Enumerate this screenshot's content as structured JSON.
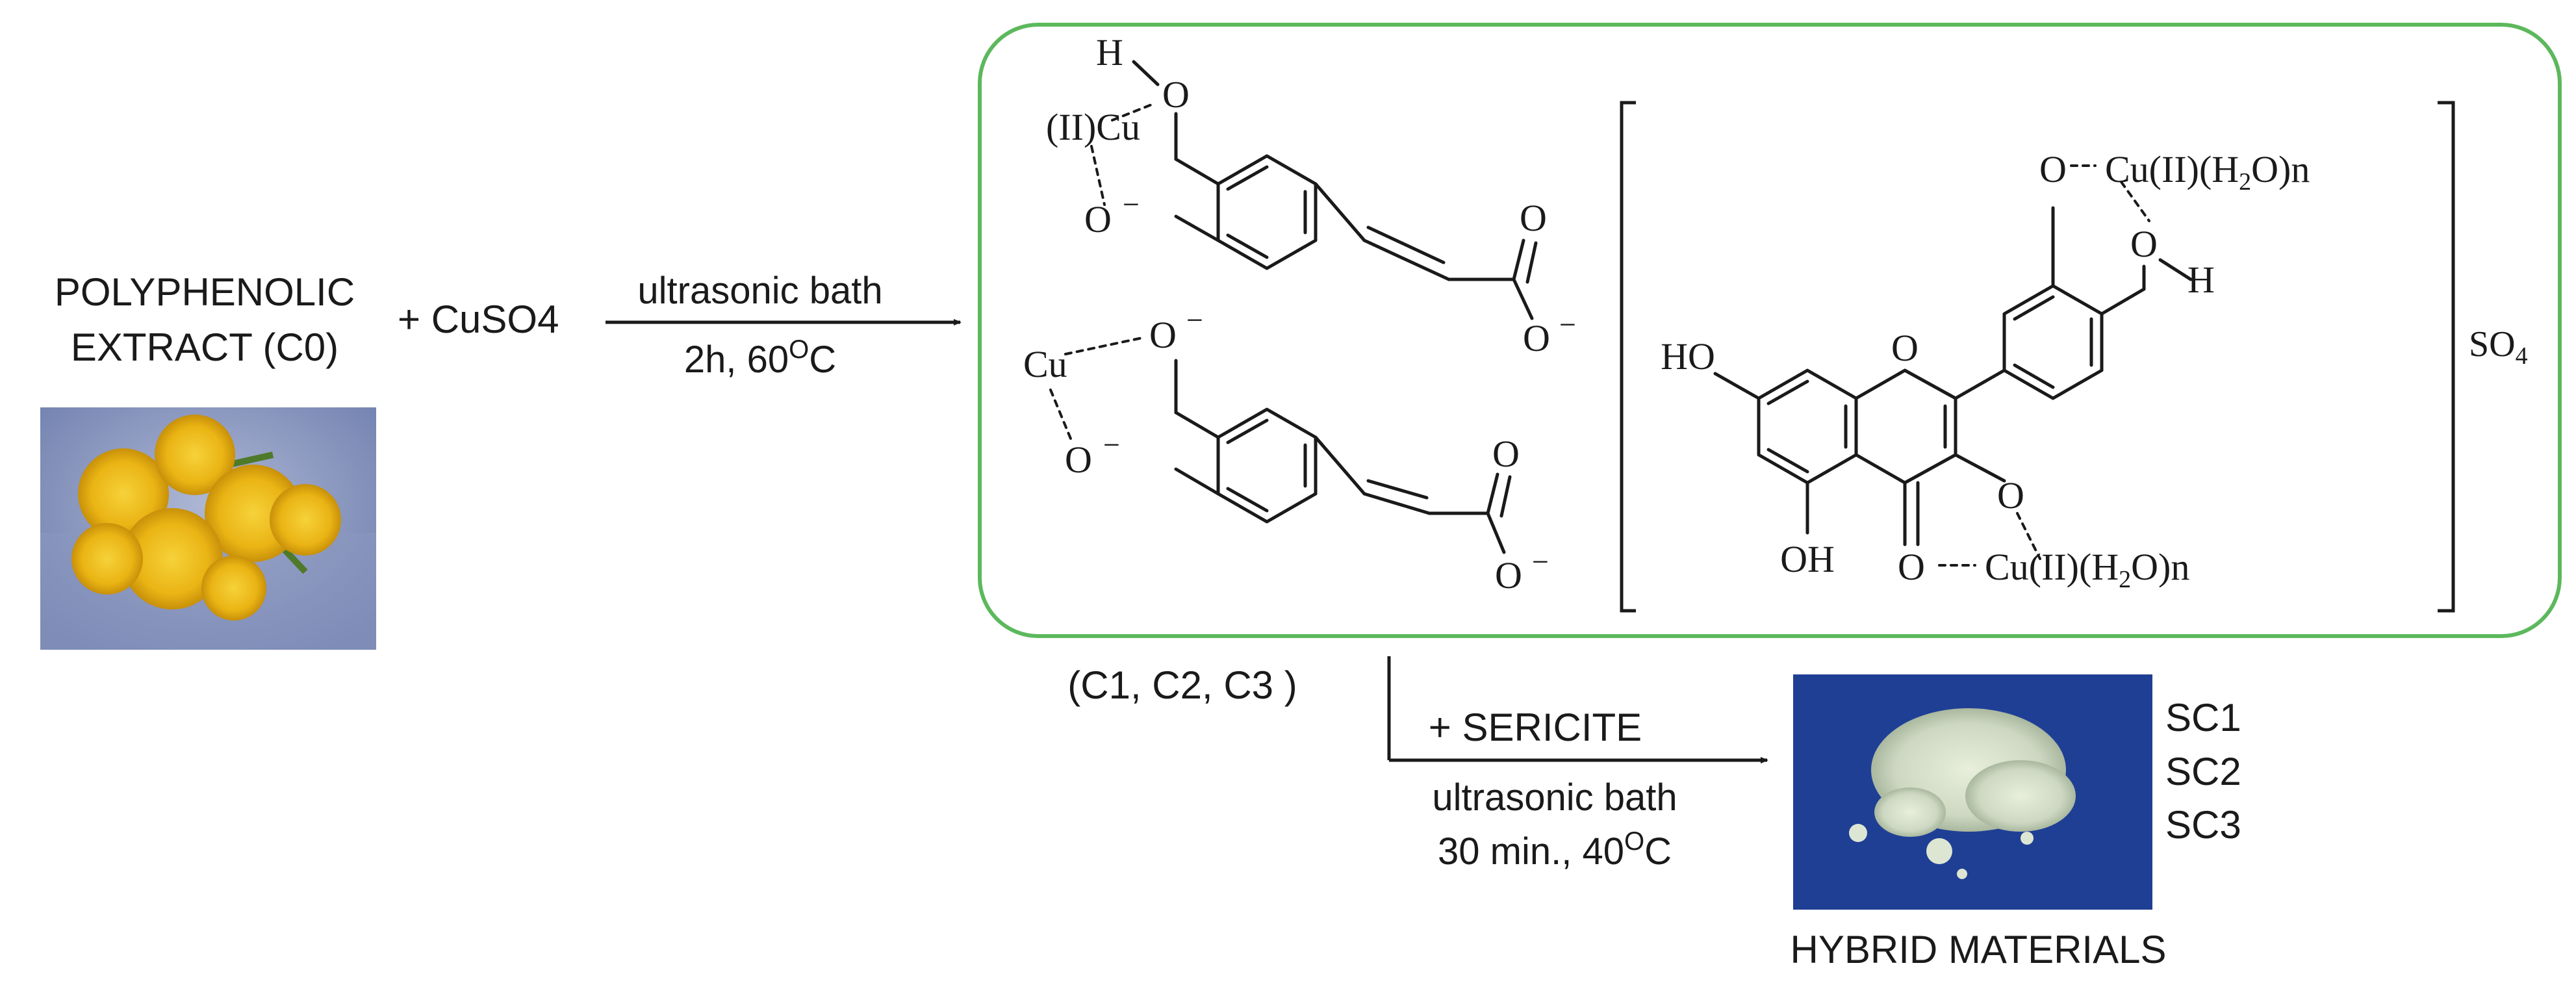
{
  "reactant": {
    "line1": "POLYPHENOLIC",
    "line2": "EXTRACT (C0)",
    "plus_reagent": "+ CuSO4"
  },
  "step1": {
    "condition_top": "ultrasonic bath",
    "condition_bottom_main": "2h, 60",
    "condition_bottom_sup": "O",
    "condition_bottom_end": "C"
  },
  "complexes": {
    "top": {
      "H": "H",
      "O_hydroxyl": "O",
      "Cu": "(II)Cu",
      "O_phenolate": "O",
      "O_carbonyl": "O",
      "O_carboxylate": "O"
    },
    "bottom": {
      "Cu": "Cu",
      "O_upper": "O",
      "O_lower": "O",
      "O_carbonyl": "O",
      "O_carboxylate": "O"
    },
    "flavonoid": {
      "HO_left": "HO",
      "O_ring": "O",
      "OH_bottom": "OH",
      "O_keto": "O",
      "Cu_bottom": "Cu(II)(H",
      "sub2_a": "2",
      "Cu_bottom_end": "O)n",
      "O_3": "O",
      "O_catechol": "O",
      "Cu_top": "Cu(II)(H",
      "sub2_b": "2",
      "Cu_top_end": "O)n",
      "O_hydroxy": "O",
      "H_hydroxy": "H"
    },
    "counter_ion": "SO",
    "counter_ion_sub": "4",
    "charge": "−"
  },
  "products_label": "(C1, C2, C3 )",
  "step2": {
    "reagent": "+ SERICITE",
    "condition_top": "ultrasonic bath",
    "condition_bottom_main": "30 min., 40",
    "condition_bottom_sup": "O",
    "condition_bottom_end": "C"
  },
  "samples": [
    "SC1",
    "SC2",
    "SC3"
  ],
  "final_label": "HYBRID MATERIALS",
  "colors": {
    "frame": "#5cb85c",
    "ink": "#1a1a1a",
    "photo_bg": "#7f8db5",
    "powder_bg": "#1f3f95",
    "flower": "#f2c31b"
  }
}
